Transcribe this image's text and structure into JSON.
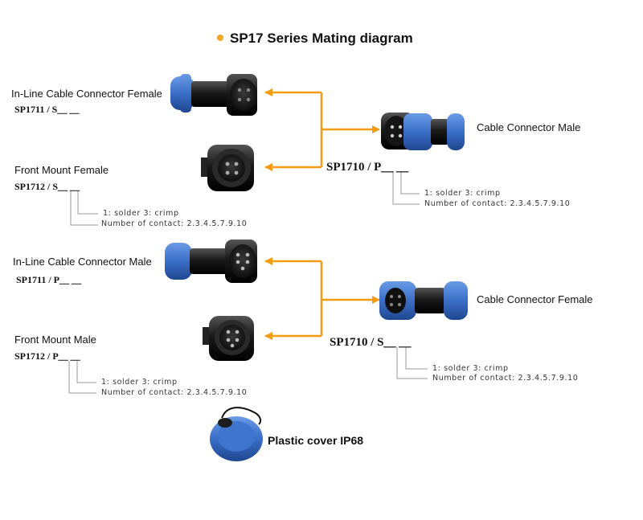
{
  "title": "SP17 Series Mating diagram",
  "colors": {
    "accent": "#f5a623",
    "arrow": "#f39c12",
    "connector_blue": "#3b6fc7",
    "connector_body": "#1c1c1c",
    "lines": "#999999"
  },
  "group1": {
    "inline_female": {
      "name": "In-Line Cable Connector Female",
      "code": "SP1711 / S＿ ＿"
    },
    "front_mount_female": {
      "name_a": "Front Mount",
      "name_b": "Female",
      "code": "SP1712 / S＿ ＿"
    },
    "cable_male": {
      "name": "Cable Connector Male",
      "code": "SP1710 / P＿ ＿"
    },
    "left_notes": {
      "line1": "1: solder   3: crimp",
      "line2": "Number of contact: 2.3.4.5.7.9.10"
    },
    "right_notes": {
      "line1": "1: solder   3: crimp",
      "line2": "Number of contact: 2.3.4.5.7.9.10"
    }
  },
  "group2": {
    "inline_male": {
      "name": "In-Line Cable Connector Male",
      "code": "SP1711 / P＿ ＿"
    },
    "front_mount_male": {
      "name_a": "Front Mount",
      "name_b": "Male",
      "code": "SP1712 / P＿ ＿"
    },
    "cable_female": {
      "name": "Cable Connector Female",
      "code": "SP1710 / S＿ ＿"
    },
    "left_notes": {
      "line1": "1: solder   3: crimp",
      "line2": "Number of contact: 2.3.4.5.7.9.10"
    },
    "right_notes": {
      "line1": "1: solder   3: crimp",
      "line2": "Number of contact: 2.3.4.5.7.9.10"
    }
  },
  "plastic_cover": {
    "name": "Plastic cover IP68"
  }
}
